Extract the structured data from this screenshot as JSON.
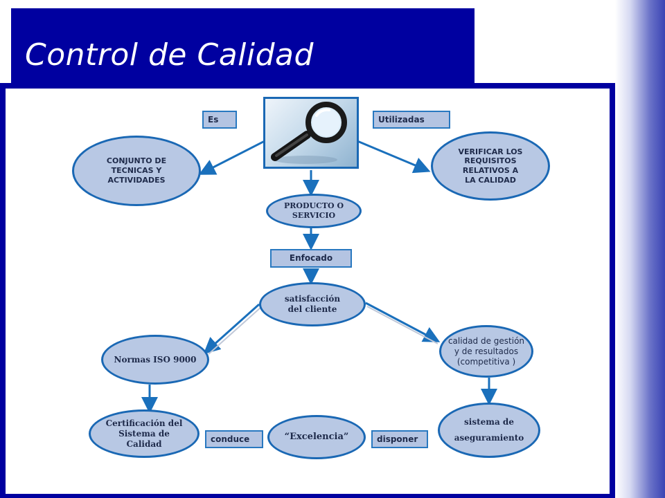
{
  "title": "Control de Calidad",
  "colors": {
    "title_bar": "#0000a0",
    "node_fill": "#b8c8e4",
    "node_border": "#1a68b4",
    "arrow": "#1a70bc"
  },
  "image": {
    "icon": "magnifying-glass-icon"
  },
  "labels": {
    "es": "Es",
    "utilizadas": "Utilizadas",
    "enfocado": "Enfocado",
    "conduce": "conduce",
    "disponer": "disponer"
  },
  "nodes": {
    "conjunto": "CONJUNTO DE TECNICAS Y ACTIVIDADES",
    "verificar": "VERIFICAR LOS REQUISITOS RELATIVOS A LA CALIDAD",
    "producto": "PRODUCTO O SERVICIO",
    "satisfaccion": "satisfacción del cliente",
    "normas": "Normas ISO 9000",
    "calidad_gestion": "calidad de gestión y de resultados (competitiva )",
    "certificacion": "Certificación del Sistema de Calidad",
    "excelencia": "“Excelencia”",
    "sistema": "sistema de aseguramiento"
  }
}
